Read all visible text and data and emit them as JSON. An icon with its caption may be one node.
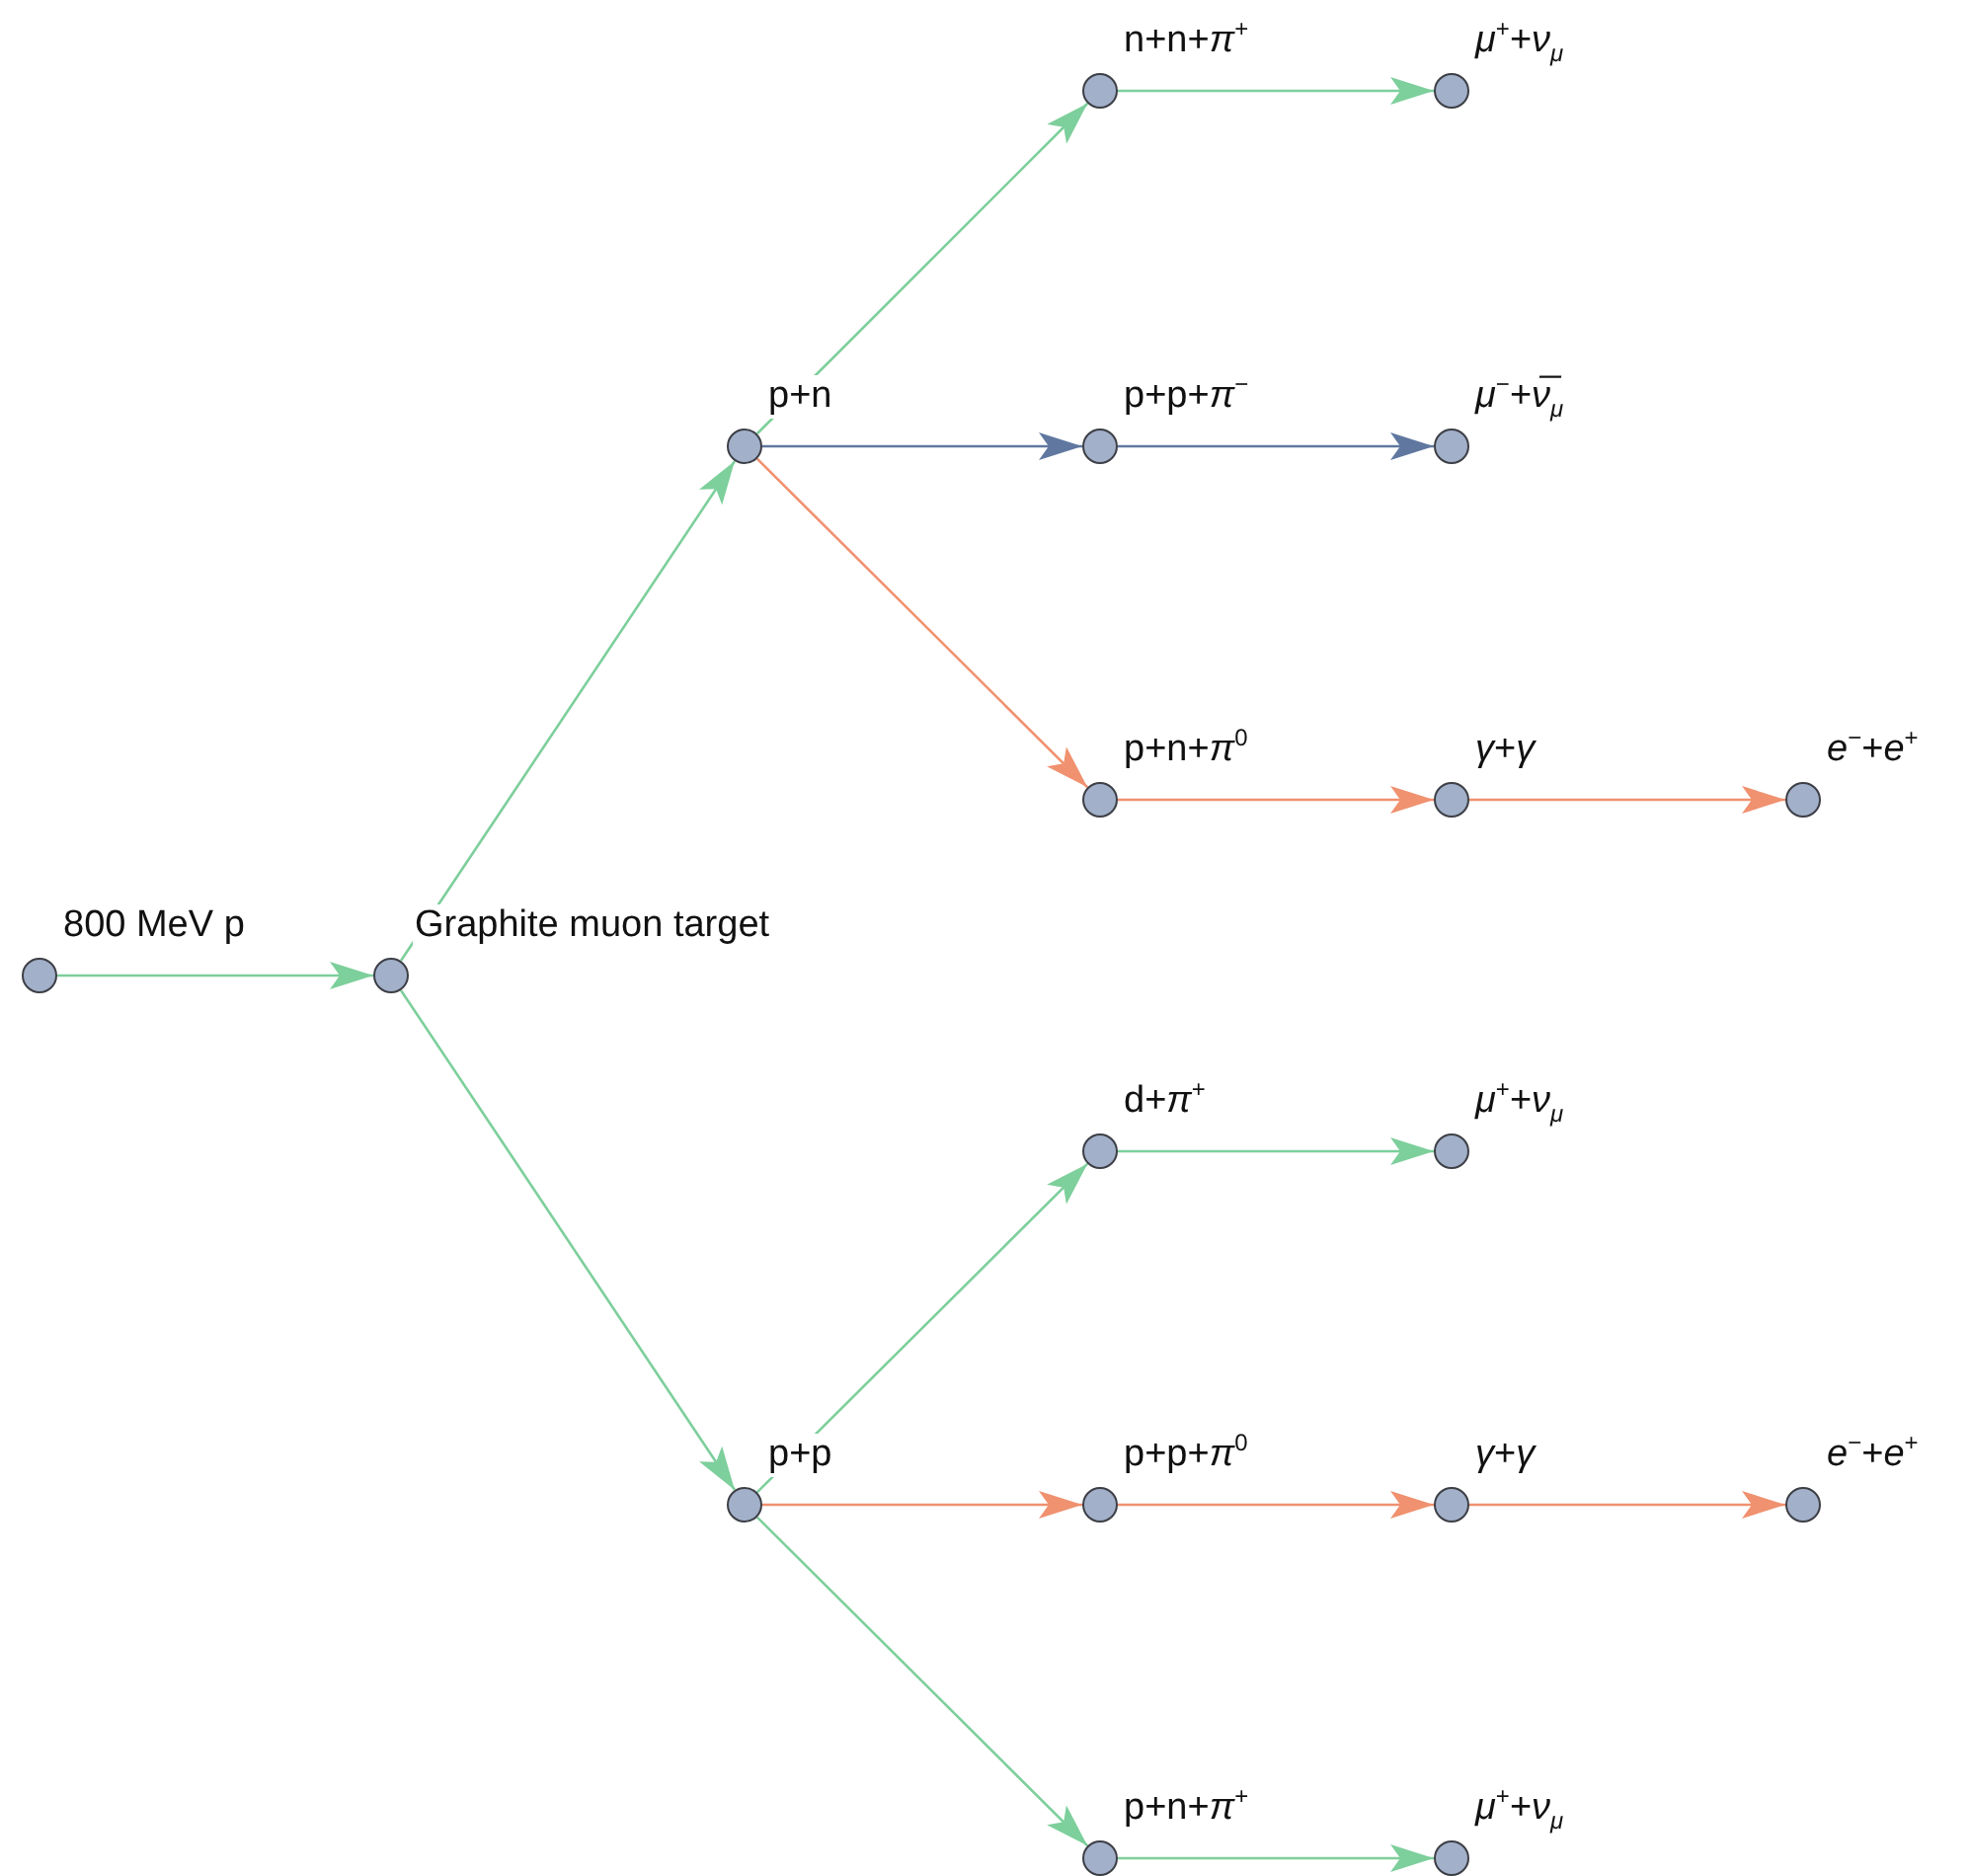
{
  "diagram": {
    "nodes": [
      {
        "text": [],
        "shape": "circle",
        "beside": [
          "800 MeV p"
        ]
      },
      {
        "text": [],
        "shape": "circle",
        "beside": [
          "Graphite muon target"
        ]
      },
      {
        "text": [],
        "shape": "circle",
        "beside": [
          "p+n"
        ]
      },
      {
        "text": [],
        "shape": "circle",
        "beside": [
          "p+p"
        ]
      },
      {
        "text": [],
        "shape": "circle",
        "beside": [
          "n+n+*π*$^{+}$"
        ]
      },
      {
        "text": [],
        "shape": "circle",
        "beside": [
          "p+p+*π*$^{−}$"
        ]
      },
      {
        "text": [],
        "shape": "circle",
        "beside": [
          "p+n+*π*$^{0}$"
        ]
      },
      {
        "text": [],
        "shape": "circle",
        "beside": [
          "d+*π*$^{+}$"
        ]
      },
      {
        "text": [],
        "shape": "circle",
        "beside": [
          "p+p+*π*$^{0}$"
        ]
      },
      {
        "text": [],
        "shape": "circle",
        "beside": [
          "p+n+*π*$^{+}$"
        ]
      },
      {
        "text": [],
        "shape": "circle",
        "beside": [
          "*μ*$^{+}$+*ν*$_{μ}$"
        ]
      },
      {
        "text": [],
        "shape": "circle",
        "beside": [
          "*μ*$^{−}$+*ν̅*$_{μ}$"
        ]
      },
      {
        "text": [],
        "shape": "circle",
        "beside": [
          "*γ*+*γ*"
        ]
      },
      {
        "text": [],
        "shape": "circle",
        "beside": [
          "*μ*$^{+}$+*ν*$_{μ}$"
        ]
      },
      {
        "text": [],
        "shape": "circle",
        "beside": [
          "*γ*+*γ*"
        ]
      },
      {
        "text": [],
        "shape": "circle",
        "beside": [
          "*μ*$^{+}$+*ν*$_{μ}$"
        ]
      },
      {
        "text": [],
        "shape": "circle",
        "beside": [
          "*e*$^{−}$+*e*$^{+}$"
        ]
      },
      {
        "text": [],
        "shape": "circle",
        "beside": [
          "*e*$^{−}$+*e*$^{+}$"
        ]
      }
    ],
    "edges": [
      {
        "from": 0,
        "to": 1,
        "arrow": "to"
      },
      {
        "from": 1,
        "to": 2,
        "arrow": "to"
      },
      {
        "from": 1,
        "to": 3,
        "arrow": "to"
      },
      {
        "from": 2,
        "to": 4,
        "arrow": "to"
      },
      {
        "from": 2,
        "to": 5,
        "arrow": "to",
        "color": "#6078a0"
      },
      {
        "from": 2,
        "to": 6,
        "arrow": "to",
        "color": "#f0916f"
      },
      {
        "from": 4,
        "to": 10,
        "arrow": "to"
      },
      {
        "from": 5,
        "to": 11,
        "arrow": "to",
        "color": "#6078a0"
      },
      {
        "from": 6,
        "to": 12,
        "arrow": "to",
        "color": "#f0916f"
      },
      {
        "from": 12,
        "to": 16,
        "arrow": "to",
        "color": "#f0916f"
      },
      {
        "from": 3,
        "to": 7,
        "arrow": "to"
      },
      {
        "from": 3,
        "to": 8,
        "arrow": "to",
        "color": "#f0916f"
      },
      {
        "from": 3,
        "to": 9,
        "arrow": "to"
      },
      {
        "from": 7,
        "to": 13,
        "arrow": "to"
      },
      {
        "from": 8,
        "to": 14,
        "arrow": "to",
        "color": "#f0916f"
      },
      {
        "from": 14,
        "to": 17,
        "arrow": "to",
        "color": "#f0916f"
      },
      {
        "from": 9,
        "to": 15,
        "arrow": "to"
      }
    ]
  }
}
